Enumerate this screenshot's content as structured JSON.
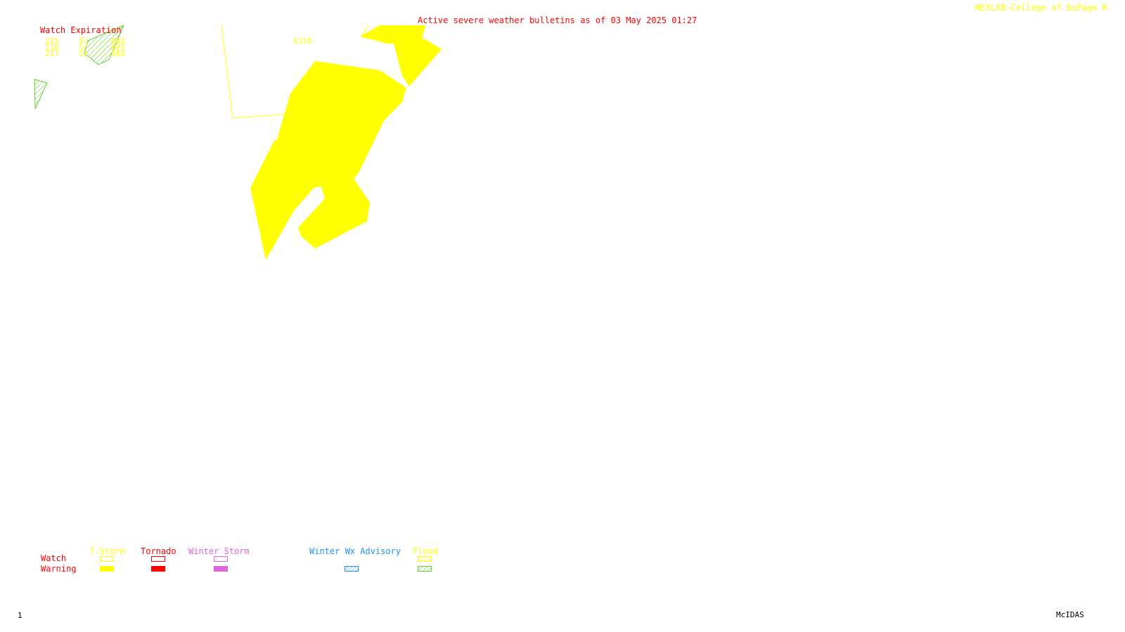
{
  "header": {
    "title": "Active severe weather bulletins as of 03 May 2025 01:27",
    "credit": "NEXLAB-College of DuPage R"
  },
  "watch_expiration": {
    "heading": "Watch Expiration",
    "rows": [
      {
        "id": "215",
        "time": "5/ ... 00Z"
      },
      {
        "id": "216",
        "time": "5/ ... 00Z"
      },
      {
        "id": "217",
        "time": "5/ ... 00Z"
      }
    ]
  },
  "map": {
    "watch_labels": [
      "S216"
    ]
  },
  "legend": {
    "row_watch": "Watch",
    "row_warning": "Warning",
    "categories": [
      {
        "label": "T-Storm",
        "color": "#ffff00"
      },
      {
        "label": "Tornado",
        "color": "#ff0000"
      },
      {
        "label": "Winter Storm",
        "color": "#dd66dd"
      },
      {
        "label": "Winter Wx Advisory",
        "color": "#1e90ff"
      },
      {
        "label": "Flood",
        "color": "#ffff00",
        "warning_color": "#66cc33"
      }
    ]
  },
  "footer": {
    "frame_number": "1",
    "software": "McIDAS"
  },
  "colors": {
    "tstorm_warning": "#ffff00",
    "flood_warning_hatch": "#66cc33",
    "title_text": "#ff0000",
    "credit_text": "#ffff00",
    "watch_outline": "#ffff00"
  }
}
